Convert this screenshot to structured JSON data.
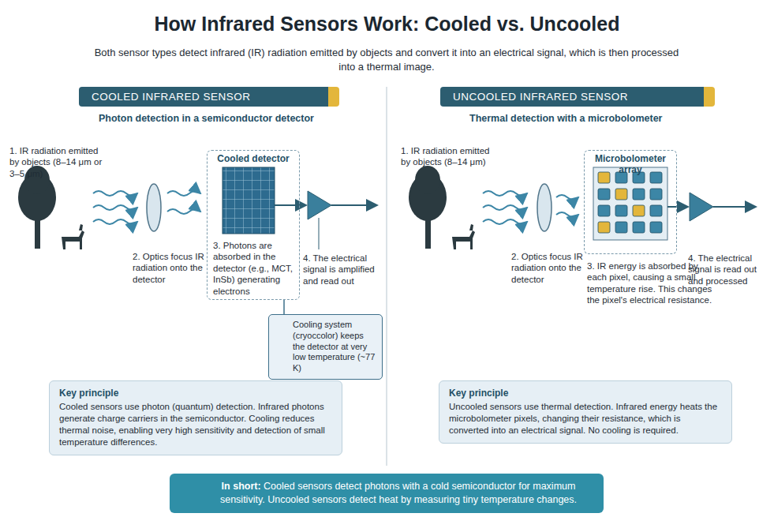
{
  "diagram": {
    "title": "How Infrared Sensors Work: Cooled vs. Uncooled",
    "nodes": [
      {
        "text": [
          "COOLED INFRARED SENSOR"
        ]
      },
      {
        "text": [
          "Cooled detector"
        ]
      },
      {
        "text": [
          "Cooling system (cryoccolor) keeps the detector at very low temperature (~77 K)"
        ]
      },
      {
        "text": [
          "Key principle",
          "Cooled sensors use photon (quantum) detection. Infrared photons generate charge carriers in the semiconductor. Cooling reduces thermal noise, enabling very high sensitivity and detection of small temperature differences."
        ]
      },
      {
        "text": [
          "UNCOOLED INFRARED SENSOR"
        ]
      },
      {
        "text": [
          "Microbolometer array"
        ]
      },
      {
        "text": [
          "Key principle",
          "Uncooled sensors use thermal detection. Infrared energy heats the microbolometer pixels, changing their resistance, which is converted into an electrical signal. No cooling is required."
        ]
      },
      {
        "text": [
          "In short:",
          "Cooled sensors detect photons with a cold semiconductor for maximum sensitivity. Uncooled sensors detect heat by measuring tiny temperature changes."
        ]
      }
    ],
    "edges": [
      {
        "from": 2,
        "to": 1,
        "arrow": "none"
      }
    ],
    "labels": [
      "Both sensor types detect infrared (IR) radiation emitted by objects and convert it into an electrical signal, which is then processed into a thermal image.",
      "Photon detection in a semiconductor detector",
      "1. IR radiation emitted by objects (8–14 μm or 3–5 μm)",
      "2. Optics focus IR radiation onto the detector",
      "3. Photons are absorbed in the detector (e.g., MCT, InSb) generating electrons",
      "4. The electrical signal is amplified and read out",
      "Thermal detection with a microbolometer",
      "1. IR radiation emitted by objects (8–14 μm)",
      "2. Optics focus IR radiation onto the detector",
      "3. IR energy is absorbed by each pixel, causing a small temperature rise. This changes the pixel's electrical resistance.",
      "4. The electrical signal is read out and processed"
    ]
  }
}
